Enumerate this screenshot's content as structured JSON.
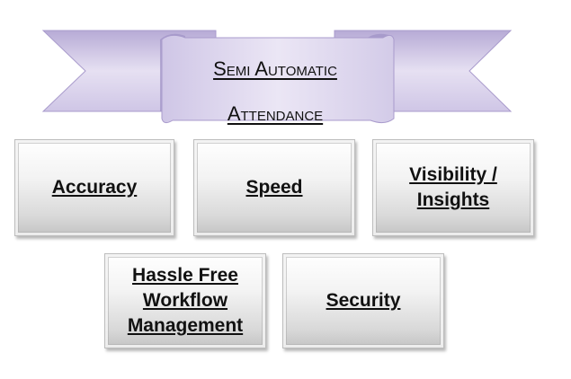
{
  "banner": {
    "title_line1": "Semi Automatic",
    "title_line2": "Attendance",
    "color": "#c9bfe0"
  },
  "cards": [
    {
      "label": "Accuracy"
    },
    {
      "label": "Speed"
    },
    {
      "label_line1": "Visibility /",
      "label_line2": "Insights"
    },
    {
      "label_line1": "Hassle Free",
      "label_line2": "Workflow",
      "label_line3": "Management"
    },
    {
      "label": "Security"
    }
  ]
}
